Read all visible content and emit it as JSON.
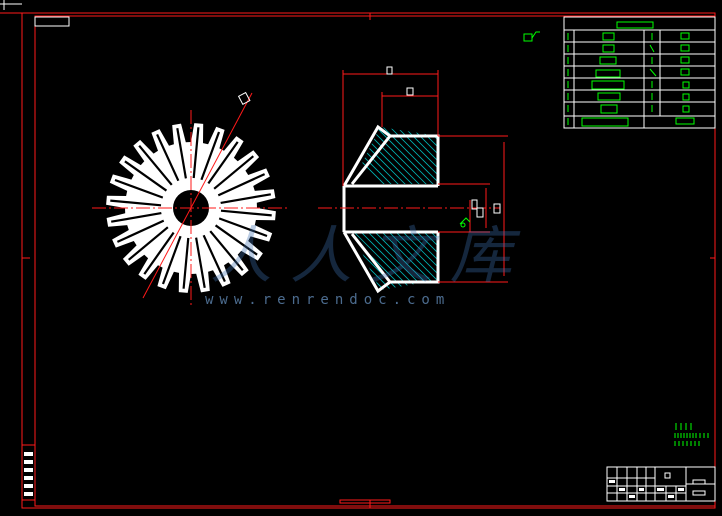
{
  "watermark": {
    "url_text": "www.renrendoc.com",
    "brand_text": "人人文库"
  },
  "colors": {
    "frame": "#ff1a1a",
    "geometry": "#ffffff",
    "annotation": "#00ff00",
    "hatch": "#00c8c8",
    "centerline": "#ff1a1a",
    "background": "#000000"
  },
  "drawing": {
    "subject": "bevel-gear",
    "tooth_count": 24
  }
}
